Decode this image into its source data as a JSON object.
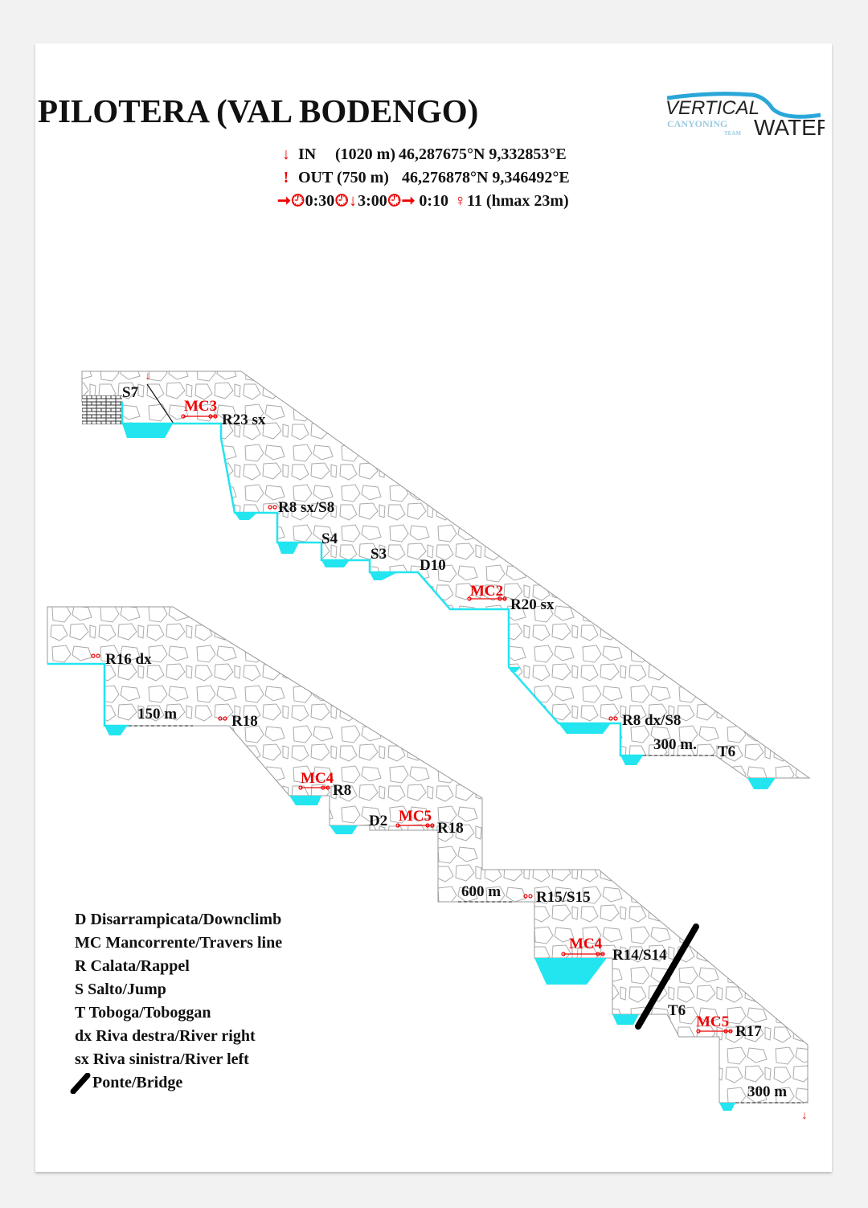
{
  "title": "PILOTERA (VAL BODENGO)",
  "logo": {
    "line1": "VERTICAL",
    "line2": "CANYONING",
    "line3": "TEAM",
    "line4": "WATER"
  },
  "access": {
    "in_label": "IN",
    "in_alt": "(1020 m)",
    "in_coords": "46,287675°N 9,332853°E",
    "out_label": "OUT (750 m)",
    "out_coords": "46,276878°N 9,346492°E",
    "approach_time": "0:30",
    "descent_time": "3:00",
    "return_time": "0:10",
    "rappels": "11 (hmax 23m)"
  },
  "section1_labels": [
    "S7",
    "MC3",
    "R23 sx",
    "R8 sx/S8",
    "S4",
    "S3",
    "D10",
    "MC2",
    "R20 sx",
    "R8 dx/S8",
    "300 m.",
    "T6"
  ],
  "section2_labels": [
    "R16 dx",
    "150 m",
    "R18",
    "MC4",
    "R8",
    "D2",
    "MC5",
    "R18",
    "600 m",
    "R15/S15",
    "MC4",
    "R14/S14",
    "T6",
    "MC5",
    "R17",
    "300 m"
  ],
  "legend": [
    "D Disarrampicata/Downclimb",
    "MC Mancorrente/Travers line",
    "R Calata/Rappel",
    "S Salto/Jump",
    "T Toboga/Toboggan",
    "dx Riva destra/River right",
    "sx Riva sinistra/River left",
    "Ponte/Bridge"
  ],
  "colors": {
    "water": "#22e5f0",
    "accent": "#e00000",
    "text": "#111111"
  }
}
